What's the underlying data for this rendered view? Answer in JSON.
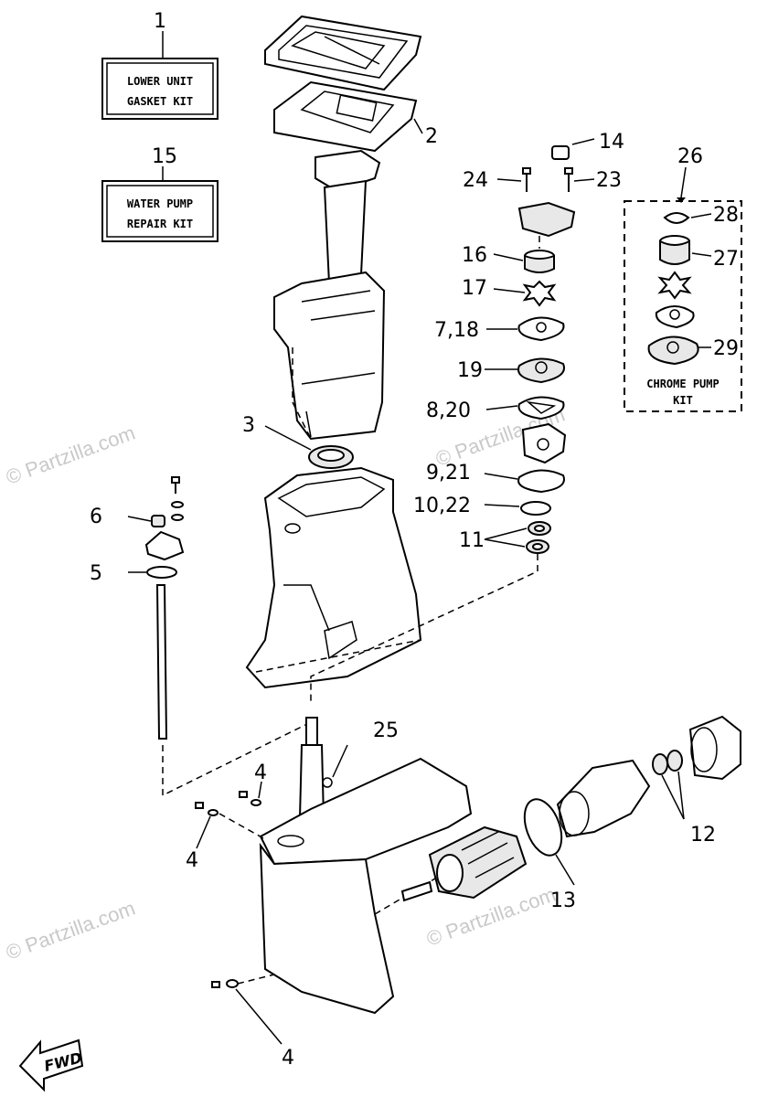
{
  "kit_boxes": {
    "lower_unit": {
      "ref": "1",
      "line1": "LOWER UNIT",
      "line2": "GASKET KIT"
    },
    "water_pump": {
      "ref": "15",
      "line1": "WATER PUMP",
      "line2": "REPAIR KIT"
    },
    "chrome_pump": {
      "ref": "26",
      "line1": "CHROME PUMP",
      "line2": "KIT"
    }
  },
  "callouts": {
    "c2": "2",
    "c3": "3",
    "c4a": "4",
    "c4b": "4",
    "c4c": "4",
    "c5": "5",
    "c6": "6",
    "c7_18": "7,18",
    "c8_20": "8,20",
    "c9_21": "9,21",
    "c10_22": "10,22",
    "c11": "11",
    "c12": "12",
    "c13": "13",
    "c14": "14",
    "c16": "16",
    "c17": "17",
    "c19": "19",
    "c23": "23",
    "c24": "24",
    "c25": "25",
    "c27": "27",
    "c28": "28",
    "c29": "29"
  },
  "direction_label": "FWD",
  "watermark": "© Partzilla.com"
}
